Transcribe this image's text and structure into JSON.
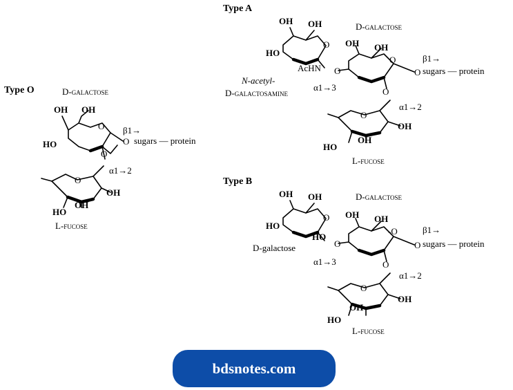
{
  "typeO": {
    "title": "Type O",
    "galactose": "D-galactose",
    "fucose": "L-fucose",
    "beta_link": "β1→",
    "alpha_link": "α1→2",
    "sugars_protein": "sugars — protein",
    "atoms": [
      "OH",
      "OH",
      "HO",
      "O",
      "O",
      "O",
      "OH",
      "OH",
      "HO"
    ]
  },
  "typeA": {
    "title": "Type A",
    "galactose": "D-galactose",
    "galnac_line1": "N-acetyl-",
    "galnac_line2": "D-galactosamine",
    "fucose": "L-fucose",
    "beta_link": "β1→",
    "alpha13": "α1→3",
    "alpha12": "α1→2",
    "sugars_protein": "sugars — protein",
    "achn": "AcHN"
  },
  "typeB": {
    "title": "Type B",
    "galactose_top": "D-galactose",
    "galactose_left": "D-galactose",
    "fucose": "L-fucose",
    "beta_link": "β1→",
    "alpha13": "α1→3",
    "alpha12": "α1→2",
    "sugars_protein": "sugars — protein"
  },
  "watermark": "bdsnotes.com",
  "colors": {
    "badge": "#0d4da8",
    "ink": "#000000"
  }
}
